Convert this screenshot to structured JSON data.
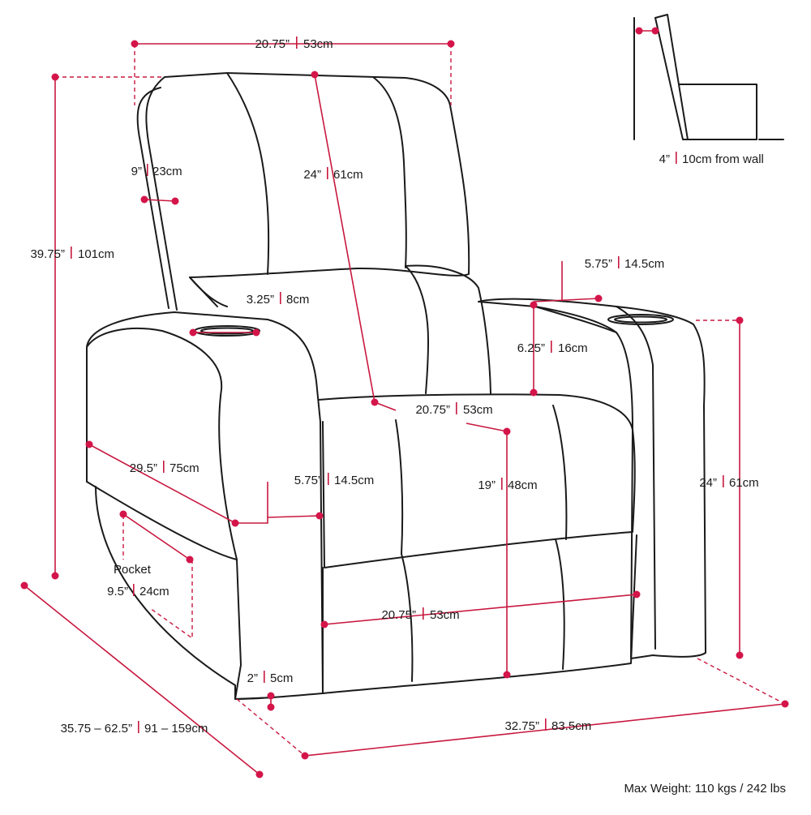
{
  "colors": {
    "outline": "#1a1a1a",
    "dimension": "#d4154a",
    "background": "#ffffff"
  },
  "dimensions": {
    "top_width": {
      "imperial": "20.75”",
      "metric": "53cm"
    },
    "overall_height": {
      "imperial": "39.75”",
      "metric": "101cm"
    },
    "headrest_depth": {
      "imperial": "9”",
      "metric": "23cm"
    },
    "back_height": {
      "imperial": "24”",
      "metric": "61cm"
    },
    "cupholder_diameter": {
      "imperial": "3.25”",
      "metric": "8cm"
    },
    "console_width": {
      "imperial": "5.75”",
      "metric": "14.5cm"
    },
    "console_height": {
      "imperial": "6.25”",
      "metric": "16cm"
    },
    "seat_width": {
      "imperial": "20.75”",
      "metric": "53cm"
    },
    "arm_length": {
      "imperial": "29.5”",
      "metric": "75cm"
    },
    "arm_width": {
      "imperial": "5.75”",
      "metric": "14.5cm"
    },
    "seat_height": {
      "imperial": "19”",
      "metric": "48cm"
    },
    "arm_height": {
      "imperial": "24”",
      "metric": "61cm"
    },
    "pocket": {
      "label": "Pocket",
      "imperial": "9.5”",
      "metric": "24cm"
    },
    "footrest_width": {
      "imperial": "20.75”",
      "metric": "53cm"
    },
    "leg_height": {
      "imperial": "2”",
      "metric": "5cm"
    },
    "depth": {
      "imperial": "35.75 – 62.5”",
      "metric": "91 – 159cm"
    },
    "overall_width": {
      "imperial": "32.75”",
      "metric": "83.5cm"
    },
    "wall_clearance": {
      "imperial": "4”",
      "metric": "10cm from wall"
    }
  },
  "max_weight": "Max Weight: 110 kgs / 242 lbs"
}
